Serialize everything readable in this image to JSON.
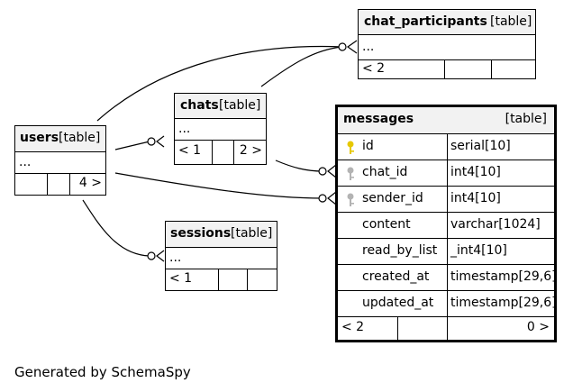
{
  "footer": "Generated by SchemaSpy",
  "colors": {
    "stroke": "#000000",
    "header_bg": "#f2f2f2",
    "pk_key": "#e6c800",
    "fk_key": "#b3b3b3"
  },
  "tables": {
    "users": {
      "name": "users",
      "type": "[table]",
      "columns_placeholder": "...",
      "parents": "",
      "children": "4 >"
    },
    "chats": {
      "name": "chats",
      "type": "[table]",
      "columns_placeholder": "...",
      "parents": "< 1",
      "children": "2 >"
    },
    "chat_participants": {
      "name": "chat_participants",
      "type": "[table]",
      "columns_placeholder": "...",
      "parents": "< 2",
      "children": ""
    },
    "sessions": {
      "name": "sessions",
      "type": "[table]",
      "columns_placeholder": "...",
      "parents": "< 1",
      "children": ""
    },
    "messages": {
      "name": "messages",
      "type": "[table]",
      "columns": [
        {
          "name": "id",
          "type": "serial[10]",
          "key": "pk-key-icon"
        },
        {
          "name": "chat_id",
          "type": "int4[10]",
          "key": "fk-key-icon"
        },
        {
          "name": "sender_id",
          "type": "int4[10]",
          "key": "fk-key-icon"
        },
        {
          "name": "content",
          "type": "varchar[1024]",
          "key": ""
        },
        {
          "name": "read_by_list",
          "type": "_int4[10]",
          "key": ""
        },
        {
          "name": "created_at",
          "type": "timestamp[29,6]",
          "key": ""
        },
        {
          "name": "updated_at",
          "type": "timestamp[29,6]",
          "key": ""
        }
      ],
      "parents": "< 2",
      "children": "0 >"
    }
  }
}
